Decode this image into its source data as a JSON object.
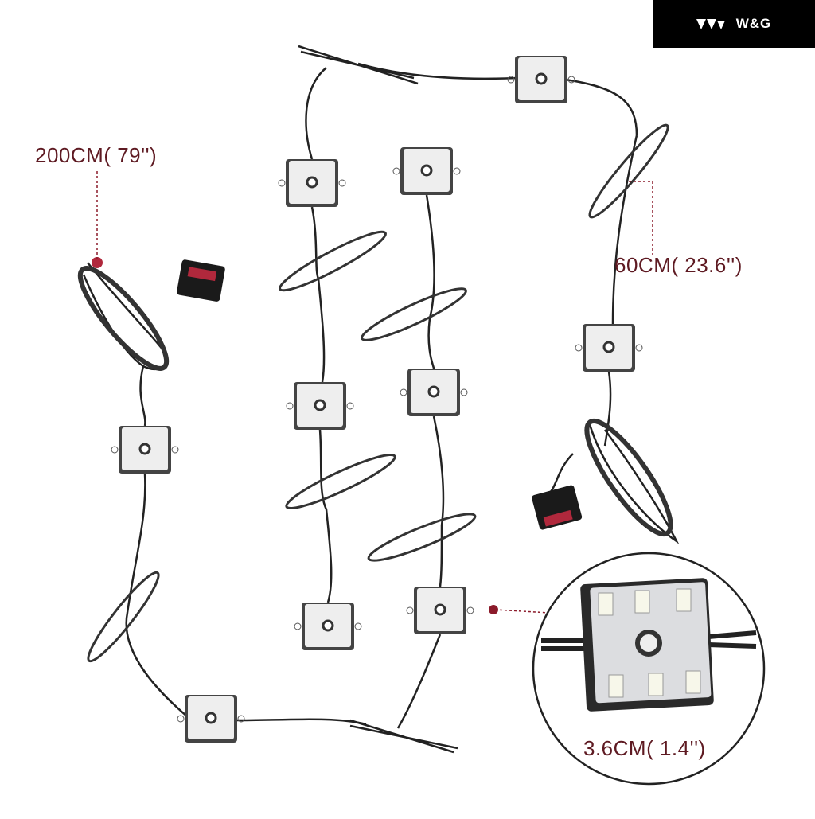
{
  "brand": {
    "logo_text": "W&G"
  },
  "labels": {
    "main_cable": "200CM( 79'')",
    "connector_cable": "60CM( 23.6'')",
    "module_size": "3.6CM( 1.4'')"
  },
  "colors": {
    "label": "#5e1a22",
    "marker": "#8b1a2a",
    "wire": "#222222",
    "module": "#eeeeee"
  }
}
